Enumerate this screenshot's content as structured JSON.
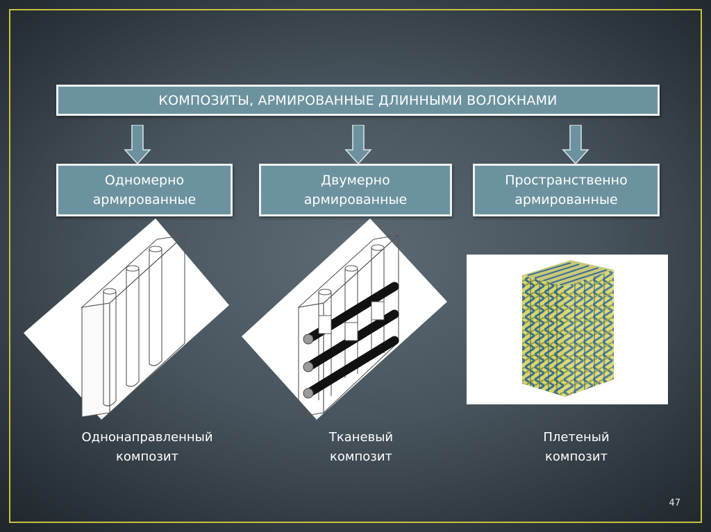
{
  "main_box": {
    "title": "КОМПОЗИТЫ, АРМИРОВАННЫЕ ДЛИННЫМИ ВОЛОКНАМИ"
  },
  "categories": [
    {
      "line1": "Одномерно",
      "line2": "армированные"
    },
    {
      "line1": "Двумерно",
      "line2": "армированные"
    },
    {
      "line1": "Пространственно",
      "line2": "армированные"
    }
  ],
  "captions": [
    {
      "line1": "Однонаправленный",
      "line2": "композит"
    },
    {
      "line1": "Тканевый",
      "line2": "композит"
    },
    {
      "line1": "Плетеный",
      "line2": "композит"
    }
  ],
  "page_number": "47",
  "colors": {
    "box_fill": "#6c929f",
    "box_border": "#eef2f3",
    "arrow_fill": "#6c929f",
    "frame": "#c9c23a",
    "text": "#ffffff",
    "braid_yellow": "#d8d66a",
    "braid_blue": "#3c6f8f"
  }
}
